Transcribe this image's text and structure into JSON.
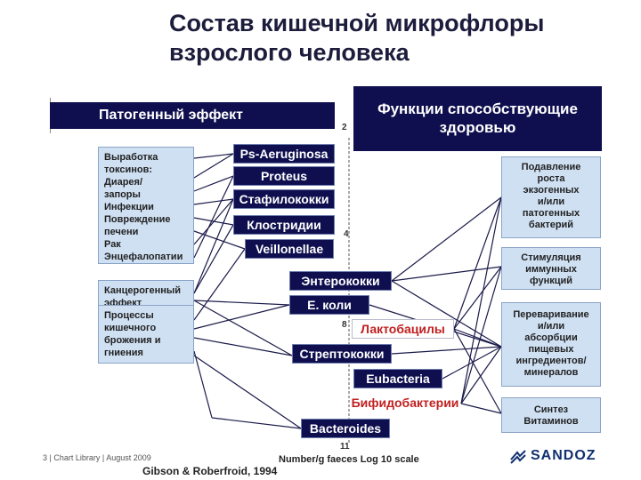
{
  "title": "Состав кишечной микрофлоры\nвзрослого человека",
  "left_header": "Патогенный эффект",
  "right_header": "Функции способствующие\nздоровью",
  "left_boxes": [
    {
      "text": "Выработка\nтоксинов:\nДиарея/\nзапоры\nИнфекции\nПовреждение\nпечени\nРак\nЭнцефалопатии"
    },
    {
      "text": "Канцерогенный\nэффект"
    },
    {
      "text": "Процессы\nкишечного\nброжения и\nгниения"
    }
  ],
  "right_boxes": [
    {
      "text": "Подавление\nроста\nэкзогенных\nи/или\nпатогенных\nбактерий"
    },
    {
      "text": "Стимуляция\nиммунных\nфункций"
    },
    {
      "text": "Переваривание\nи/или\nабсорбции\nпищевых\nингредиентов/\nминералов"
    },
    {
      "text": "Синтез\nВитаминов"
    }
  ],
  "bacteria": [
    {
      "name": "Ps-Aeruginosa"
    },
    {
      "name": "Proteus"
    },
    {
      "name": "Стафилококки"
    },
    {
      "name": "Клостридии"
    },
    {
      "name": "Veillonellae"
    },
    {
      "name": "Энтерококки"
    },
    {
      "name": "E. коли"
    },
    {
      "name": "Лактобацилы"
    },
    {
      "name": "Стрептококки"
    },
    {
      "name": "Eubacteria"
    },
    {
      "name": "Бифидобактерии"
    },
    {
      "name": "Bacteroides"
    }
  ],
  "axis": {
    "ticks": [
      "2",
      "4",
      "8",
      "11"
    ],
    "label": "Number/g faeces Log 10 scale"
  },
  "footer": {
    "page": "3 | Chart Library | August 2009",
    "credit": "Gibson & Roberfroid, 1994",
    "logo": "SANDOZ"
  }
}
